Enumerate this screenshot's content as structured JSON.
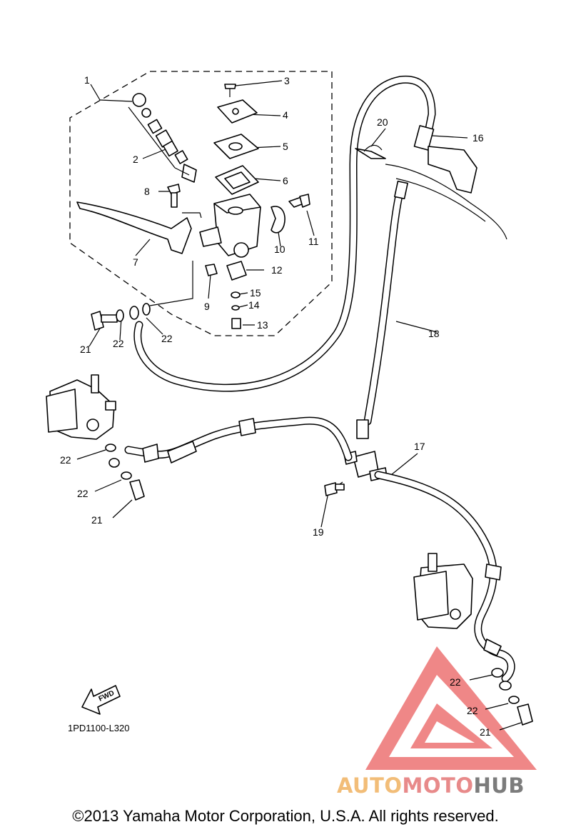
{
  "diagram_code": "1PD1100-L320",
  "copyright": "©2013 Yamaha Motor Corporation, U.S.A. All rights reserved.",
  "watermark": {
    "part1": "AUTO",
    "part2": "MOTO",
    "part3": "HUB"
  },
  "fwd_label": "FWD",
  "callouts": {
    "c1": "1",
    "c2": "2",
    "c3": "3",
    "c4": "4",
    "c5": "5",
    "c6": "6",
    "c7": "7",
    "c8": "8",
    "c9": "9",
    "c10": "10",
    "c11": "11",
    "c12": "12",
    "c13": "13",
    "c14": "14",
    "c15": "15",
    "c16": "16",
    "c17": "17",
    "c18": "18",
    "c19": "19",
    "c20": "20",
    "c21a": "21",
    "c21b": "21",
    "c21c": "21",
    "c22a": "22",
    "c22b": "22",
    "c22c": "22",
    "c22d": "22",
    "c22e": "22",
    "c22f": "22"
  },
  "colors": {
    "watermark_red": "#e84848",
    "watermark_orange": "#f2bd78",
    "watermark_gray": "#7c7c7c"
  }
}
